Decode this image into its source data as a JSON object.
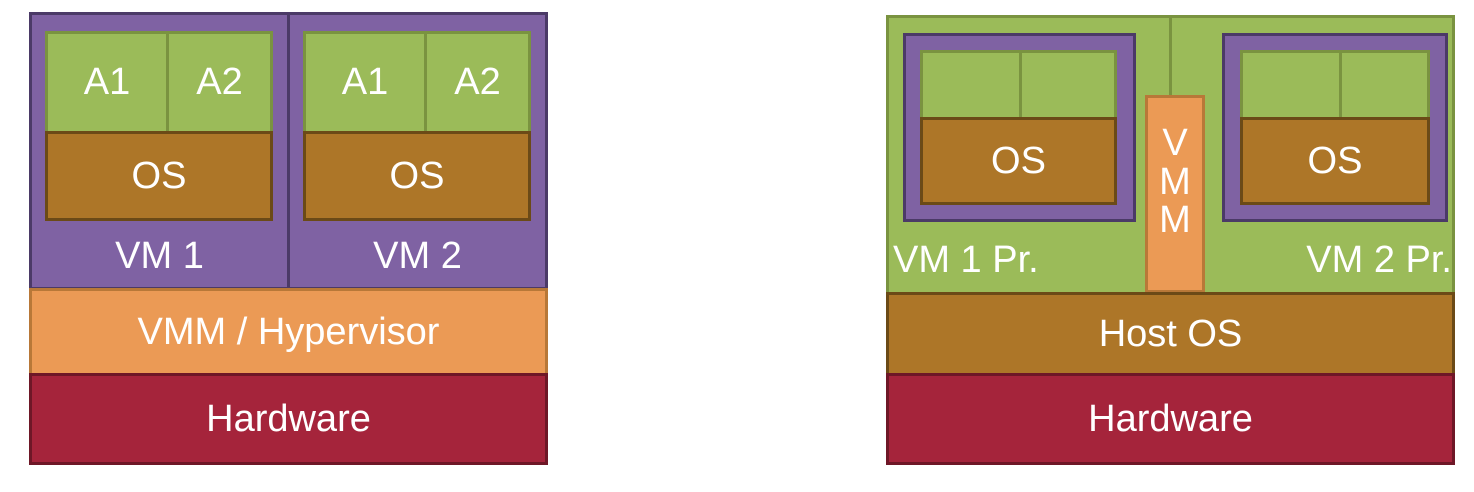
{
  "left_diagram": {
    "vm1": {
      "app1": "A1",
      "app2": "A2",
      "os": "OS",
      "label": "VM 1"
    },
    "vm2": {
      "app1": "A1",
      "app2": "A2",
      "os": "OS",
      "label": "VM 2"
    },
    "vmm": "VMM / Hypervisor",
    "hardware": "Hardware"
  },
  "right_diagram": {
    "vm1": {
      "os": "OS",
      "label": "VM 1 Pr."
    },
    "vm2": {
      "os": "OS",
      "label": "VM 2 Pr."
    },
    "vmm_letters": [
      "V",
      "M",
      "M"
    ],
    "host_os": "Host OS",
    "hardware": "Hardware"
  },
  "colors": {
    "app": "#9bbb59",
    "os": "#ad7628",
    "vm": "#7f62a3",
    "vmm": "#eb9a55",
    "hardware": "#a5243b"
  }
}
